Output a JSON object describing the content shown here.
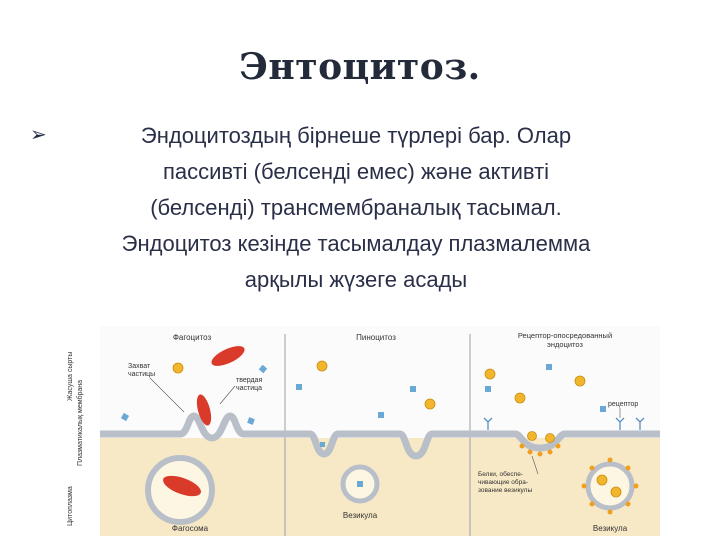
{
  "slide": {
    "title": "Энтоцитоз.",
    "bullet_lines": [
      "Эндоцитоздың бірнеше түрлері бар. Олар",
      "пассивті (белсенді емес) және активті",
      "(белсенді) трансмембраналық тасымал.",
      "Эндоцитоз кезінде тасымалдау плазмалемма",
      "арқылы жүзеге асады"
    ]
  },
  "diagram": {
    "side_labels": [
      "Жасуша сырты",
      "Плазматикалық мембрана",
      "Цитоплазма"
    ],
    "panels": {
      "phagocytosis": {
        "title": "Фагоцитоз",
        "capture_label": [
          "Захват",
          "частицы"
        ],
        "solid_label": [
          "твердая",
          "частица"
        ],
        "phagosome": "Фагосома"
      },
      "pinocytosis": {
        "title": "Пиноцитоз",
        "vesicle": "Везикула"
      },
      "receptor": {
        "title": [
          "Рецептор-опосредованный",
          "эндоцитоз"
        ],
        "receptor_label": "рецептор",
        "proteins_label": [
          "Белки, обеспе-",
          "чивающие обра-",
          "зование везикулы"
        ],
        "vesicle": "Везикула"
      }
    },
    "colors": {
      "cytoplasm": "#f7e9c6",
      "membrane": "#b9bfc8",
      "particle": "#d93a2a",
      "molecule_blue": "#6aa8d6",
      "molecule_yellow": "#f2b62c"
    }
  }
}
